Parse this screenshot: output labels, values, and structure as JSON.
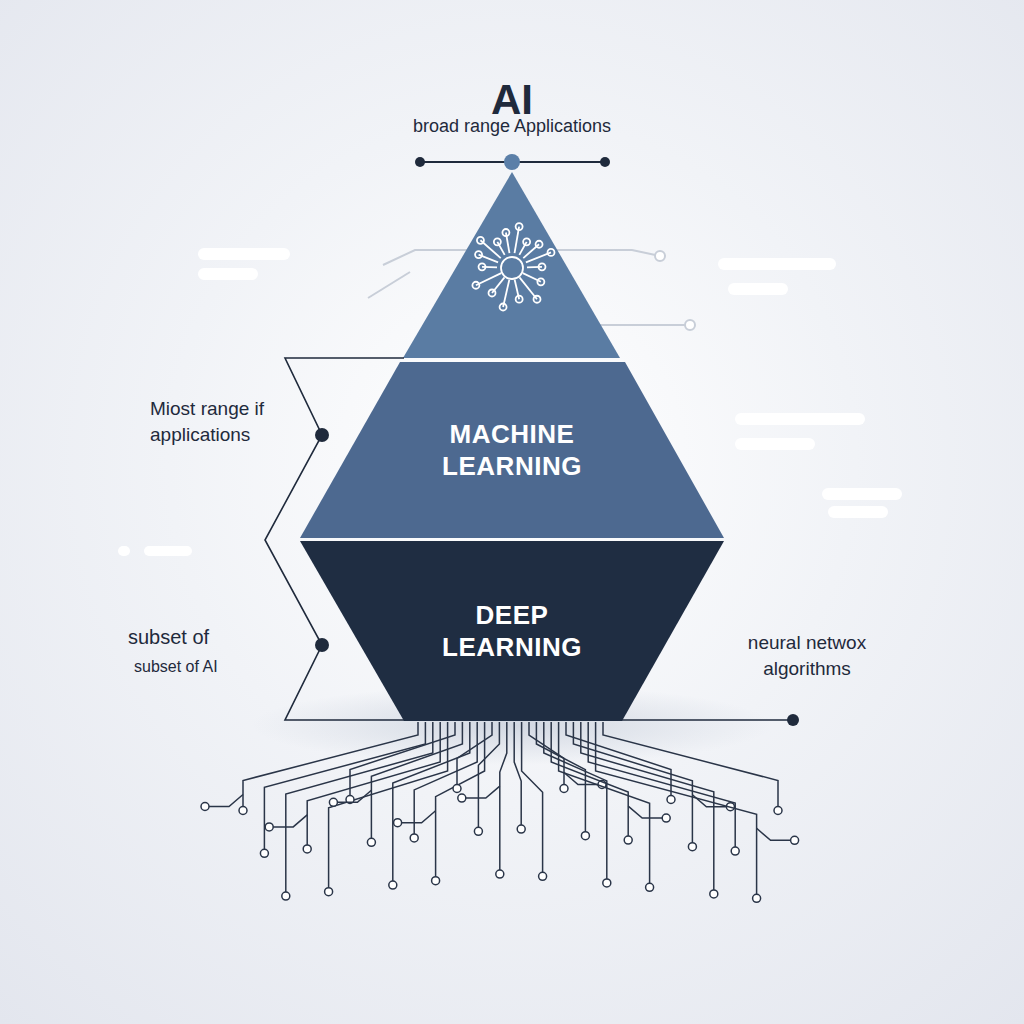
{
  "diagram": {
    "title": "AI",
    "nodes": [
      {
        "text": [
          "MACHINE LEARNING"
        ]
      },
      {
        "text": [
          "DEEP LEARNING"
        ]
      }
    ],
    "labels": [
      "broad range Applications",
      "Miost range if applications",
      "subset of",
      "subset of AI",
      "neural netwox algorithms"
    ]
  }
}
